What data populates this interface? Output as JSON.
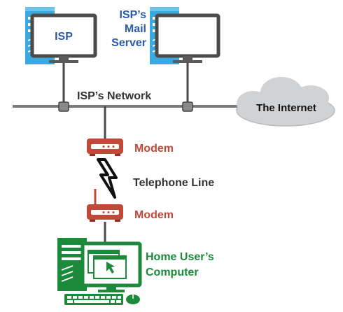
{
  "labels": {
    "isp_monitor": "ISP",
    "mail_server_line1": "ISP’s",
    "mail_server_line2": "Mail",
    "mail_server_line3": "Server",
    "network": "ISP’s Network",
    "internet": "The Internet",
    "modem_top": "Modem",
    "telephone_line": "Telephone Line",
    "modem_bottom": "Modem",
    "home_user_line1": "Home User’s",
    "home_user_line2": "Computer"
  },
  "colors": {
    "server_blue": "#39a9e0",
    "monitor_frame": "#4a4a4a",
    "network_line": "#7a7a7a",
    "cloud_fill": "#d0d2d4",
    "modem_red": "#c0493a",
    "computer_green": "#1b8a3a",
    "text_blue": "#2a5aa8",
    "text_dark": "#333333"
  },
  "icons": [
    "server-icon",
    "monitor-icon",
    "cloud-icon",
    "modem-icon",
    "lightning-icon",
    "desktop-computer-icon",
    "keyboard-icon",
    "mouse-icon"
  ]
}
